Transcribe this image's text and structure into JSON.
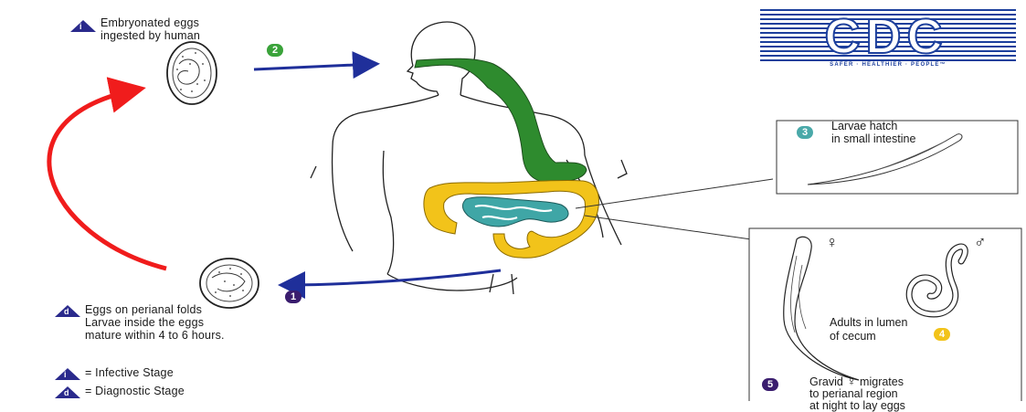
{
  "logo": {
    "text": "CDC",
    "tagline": "SAFER · HEALTHIER · PEOPLE™",
    "color": "#1c3f9c"
  },
  "steps": {
    "step1": {
      "number": "1",
      "marker": "d",
      "lines": [
        "Eggs on perianal folds",
        "Larvae inside the eggs",
        "mature within 4 to 6 hours."
      ],
      "color": "#3a1d6e"
    },
    "step2": {
      "number": "2",
      "marker": "i",
      "lines": [
        "Embryonated eggs",
        "ingested by human"
      ],
      "color": "#3aa33a"
    },
    "step3": {
      "number": "3",
      "lines": [
        "Larvae hatch",
        "in small intestine"
      ],
      "color": "#4aa9a9"
    },
    "step4": {
      "number": "4",
      "lines": [
        "Adults in lumen",
        "of cecum"
      ],
      "color": "#f2c31a"
    },
    "step5": {
      "number": "5",
      "line1a": "Gravid",
      "line1b": "migrates",
      "line2": "to perianal region",
      "line3": "at night to lay eggs",
      "color": "#3a1d6e"
    }
  },
  "symbols": {
    "female": "♀",
    "male": "♂"
  },
  "legend": {
    "infective": {
      "marker": "i",
      "text": "= Infective Stage"
    },
    "diagnostic": {
      "marker": "d",
      "text": "= Diagnostic Stage"
    }
  },
  "colors": {
    "stomach": "#2e8b2e",
    "small_intestine": "#3fa6a6",
    "large_intestine": "#f2c31a",
    "red_arrow": "#f01c1c",
    "blue_arrow": "#1f2f9a"
  }
}
